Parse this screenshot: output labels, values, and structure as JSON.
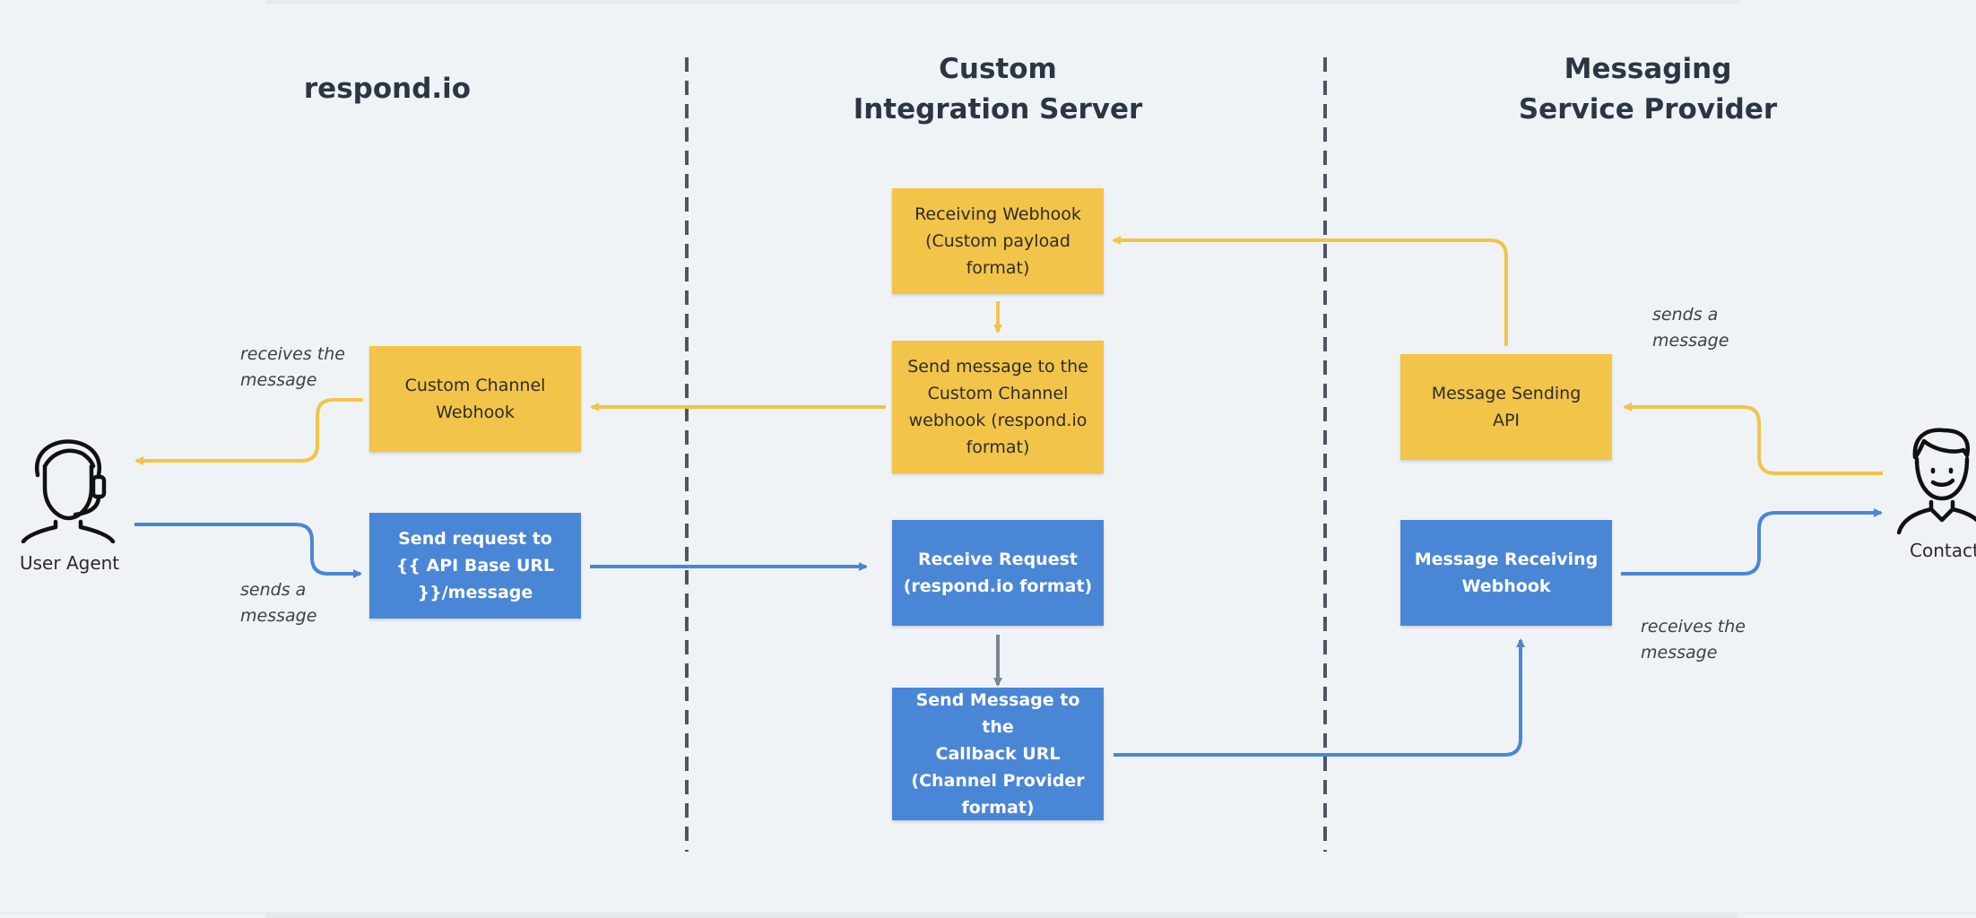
{
  "columns": {
    "left": "respond.io",
    "middle": "Custom\nIntegration Server",
    "right": "Messaging\nService Provider"
  },
  "actors": {
    "agent_label": "User Agent",
    "contact_label": "Contact"
  },
  "boxes": {
    "custom_channel_webhook": "Custom Channel\nWebhook",
    "send_request": "Send request to\n{{ API Base URL\n}}/message",
    "receiving_webhook": "Receiving Webhook\n(Custom payload\nformat)",
    "send_to_channel": "Send message to the\nCustom Channel\nwebhook (respond.io\nformat)",
    "receive_request": "Receive Request\n(respond.io format)",
    "send_to_callback": "Send Message to the\nCallback URL\n(Channel Provider\nformat)",
    "message_sending_api": "Message Sending\nAPI",
    "message_receiving_webhook": "Message Receiving\nWebhook"
  },
  "notes": {
    "agent_receives": "receives the\nmessage",
    "agent_sends": "sends a\nmessage",
    "contact_sends": "sends a\nmessage",
    "contact_receives": "receives the\nmessage"
  },
  "icons": {
    "agent": "headset-agent-icon",
    "contact": "contact-person-icon"
  },
  "colors": {
    "yellow": "#f2c449",
    "blue": "#4a86d6",
    "gray_arrow": "#7b8491",
    "divider": "#4d5563",
    "background": "#eff3f6"
  }
}
